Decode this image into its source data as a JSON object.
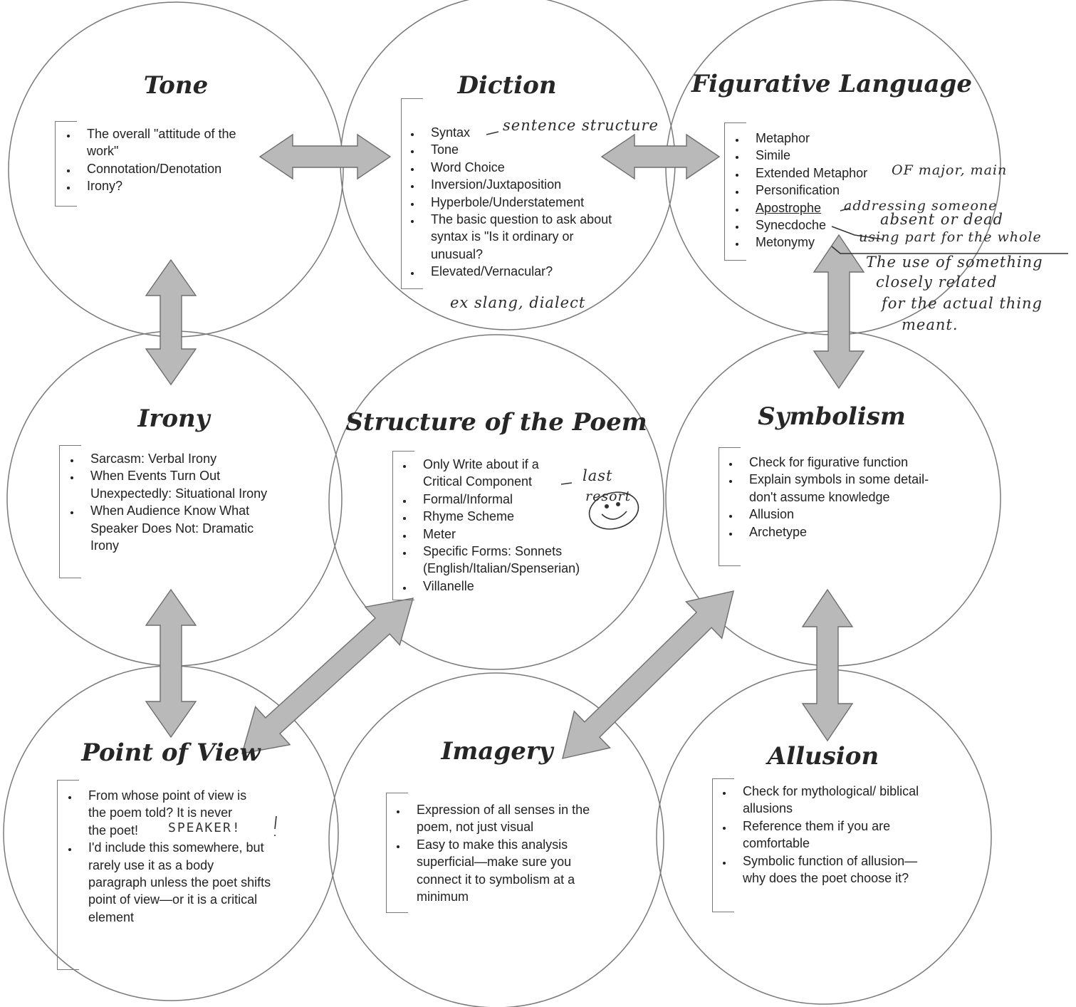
{
  "circles": [
    {
      "id": "tone",
      "title": "Tone",
      "items": [
        "The overall \"attitude of the work\"",
        "Connotation/Denotation",
        "Irony?"
      ]
    },
    {
      "id": "diction",
      "title": "Diction",
      "items": [
        "Syntax",
        "Tone",
        "Word Choice",
        "Inversion/Juxtaposition",
        "Hyperbole/Understatement",
        "The basic question to ask about syntax is \"Is it ordinary or unusual?",
        "Elevated/Vernacular?"
      ]
    },
    {
      "id": "figurative",
      "title": "Figurative Language",
      "items": [
        "Metaphor",
        "Simile",
        "Extended Metaphor",
        "Personification",
        "Apostrophe",
        "Synecdoche",
        "Metonymy"
      ]
    },
    {
      "id": "irony",
      "title": "Irony",
      "items": [
        "Sarcasm: Verbal Irony",
        "When Events Turn Out Unexpectedly: Situational Irony",
        "When Audience Know What Speaker Does Not: Dramatic Irony"
      ]
    },
    {
      "id": "structure",
      "title": "Structure of the Poem",
      "items": [
        "Only Write about  if a Critical Component",
        "Formal/Informal",
        "Rhyme Scheme",
        "Meter",
        "Specific Forms: Sonnets (English/Italian/Spenserian)",
        "Villanelle"
      ]
    },
    {
      "id": "symbolism",
      "title": "Symbolism",
      "items": [
        "Check for figurative function",
        "Explain symbols in some detail-don't assume knowledge",
        "Allusion",
        "Archetype"
      ]
    },
    {
      "id": "pov",
      "title": "Point of View",
      "items": [
        "From whose point of view is the poem told? It is never the poet!",
        "I'd include this somewhere, but rarely use it as a body paragraph unless the poet shifts point of view—or it is a critical element"
      ]
    },
    {
      "id": "imagery",
      "title": "Imagery",
      "items": [
        "Expression of all senses in the poem, not just visual",
        "Easy to make this analysis superficial—make sure you connect it to symbolism at a minimum"
      ]
    },
    {
      "id": "allusion",
      "title": "Allusion",
      "items": [
        "Check for mythological/ biblical allusions",
        "Reference them if you are comfortable",
        "Symbolic function of allusion—why does the poet choose it?"
      ]
    }
  ],
  "handwritten": {
    "syntax_note": "sentence structure",
    "elevated_note": "ex slang, dialect",
    "extended_metaphor_note": "OF major, main",
    "apostrophe_note_1": "addressing someone",
    "apostrophe_note_2": "absent or dead",
    "synecdoche_note": "using part for the whole",
    "metonymy_note_1": "The use of something",
    "metonymy_note_2": "closely related",
    "metonymy_note_3": "for the actual thing",
    "metonymy_note_4": "meant.",
    "structure_note_1": "last",
    "structure_note_2": "resort",
    "pov_note": "SPEAKER!"
  }
}
